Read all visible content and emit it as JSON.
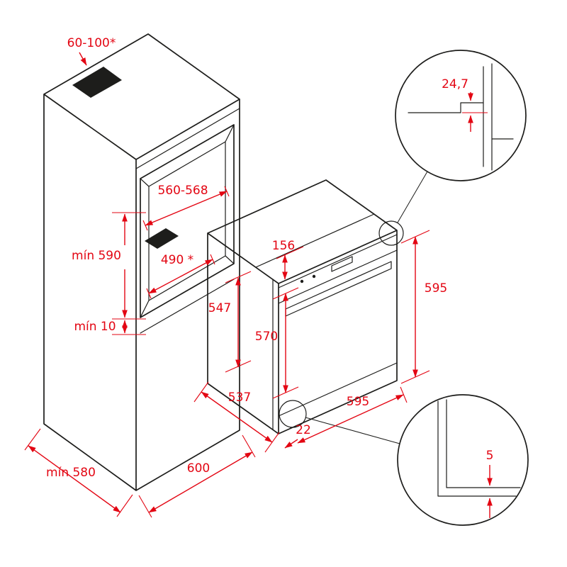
{
  "diagram": {
    "colors": {
      "line": "#1d1d1b",
      "dimension": "#e30613",
      "background": "#ffffff"
    },
    "labels": {
      "vent_cutout": "60-100*",
      "niche_width": "560-568",
      "niche_height": "mín 590",
      "niche_floor_depth": "490 *",
      "bottom_clearance": "mín 10",
      "cabinet_depth": "mín 580",
      "cabinet_width": "600",
      "oven_top_recess": "156",
      "oven_body_height": "547",
      "oven_front_height": "570",
      "oven_side_height": "595",
      "oven_bottom_depth": "537",
      "oven_width": "595",
      "oven_frame_overhang": "22",
      "detail_top_gap": "24,7",
      "detail_bottom_gap": "5"
    }
  }
}
